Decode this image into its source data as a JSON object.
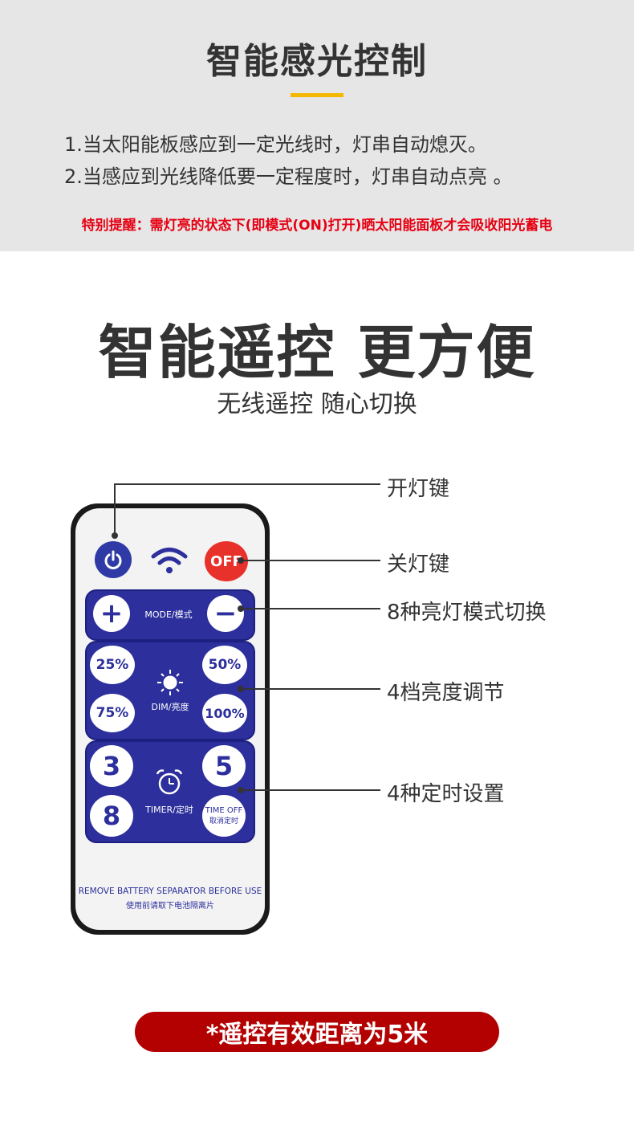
{
  "top": {
    "title": "智能感光控制",
    "line1": "1.当太阳能板感应到一定光线时，灯串自动熄灭。",
    "line2": "2.当感应到光线降低要一定程度时，灯串自动点亮 。",
    "warning": "特别提醒：需灯亮的状态下(即模式(ON)打开)晒太阳能面板才会吸收阳光蓄电"
  },
  "remote_section": {
    "title": "智能遥控 更方便",
    "subtitle": "无线遥控 随心切换"
  },
  "remote": {
    "off_label": "OFF",
    "plus": "+",
    "minus": "−",
    "mode_label": "MODE/模式",
    "dim": [
      "25%",
      "50%",
      "75%",
      "100%"
    ],
    "dim_label": "DIM/亮度",
    "timer": [
      "3",
      "5",
      "8"
    ],
    "timer_label": "TIMER/定时",
    "time_off_en": "TIME OFF",
    "time_off_cn": "取消定时",
    "separator_en": "REMOVE BATTERY SEPARATOR BEFORE USE",
    "separator_cn": "使用前请取下电池隔离片"
  },
  "callouts": [
    "开灯键",
    "关灯键",
    "8种亮灯模式切换",
    "4档亮度调节",
    "4种定时设置"
  ],
  "footer_note": "*遥控有效距离为5米",
  "colors": {
    "accent": "#f5b800",
    "warning": "#e60012",
    "remote_blue": "#2c2f9c",
    "off_red": "#e8312a",
    "pill_red": "#b30000"
  }
}
